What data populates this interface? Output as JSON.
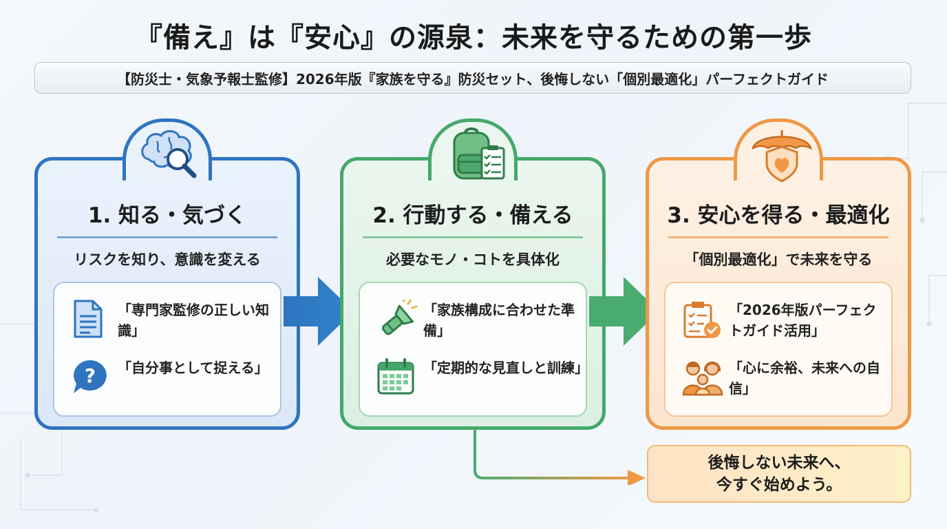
{
  "header": {
    "title": "『備え』は『安心』の源泉：未来を守るための第一歩",
    "subtitle": "【防災士・気象予報士監修】2026年版『家族を守る』防災セット、後悔しない「個別最適化」パーフェクトガイド"
  },
  "colors": {
    "blue": "#2f74c0",
    "green": "#45a86a",
    "orange": "#ef9845"
  },
  "steps": [
    {
      "title": "1. 知る・気づく",
      "subtitle": "リスクを知り、意識を変える",
      "icon": "brain-magnifier-icon",
      "items": [
        {
          "icon": "document-icon",
          "text": "「専門家監修の正しい知識」"
        },
        {
          "icon": "question-bubble-icon",
          "text": "「自分事として捉える」"
        }
      ]
    },
    {
      "title": "2. 行動する・備える",
      "subtitle": "必要なモノ・コトを具体化",
      "icon": "backpack-checklist-icon",
      "items": [
        {
          "icon": "flashlight-icon",
          "text": "「家族構成に合わせた準備」"
        },
        {
          "icon": "calendar-icon",
          "text": "「定期的な見直しと訓練」"
        }
      ]
    },
    {
      "title": "3. 安心を得る・最適化",
      "subtitle": "「個別最適化」で未来を守る",
      "icon": "umbrella-shield-heart-icon",
      "items": [
        {
          "icon": "clipboard-check-icon",
          "text": "「2026年版パーフェクトガイド活用」"
        },
        {
          "icon": "family-icon",
          "text": "「心に余裕、未来への自信」"
        }
      ]
    }
  ],
  "cta": {
    "line1": "後悔しない未来へ、",
    "line2": "今すぐ始めよう。"
  }
}
